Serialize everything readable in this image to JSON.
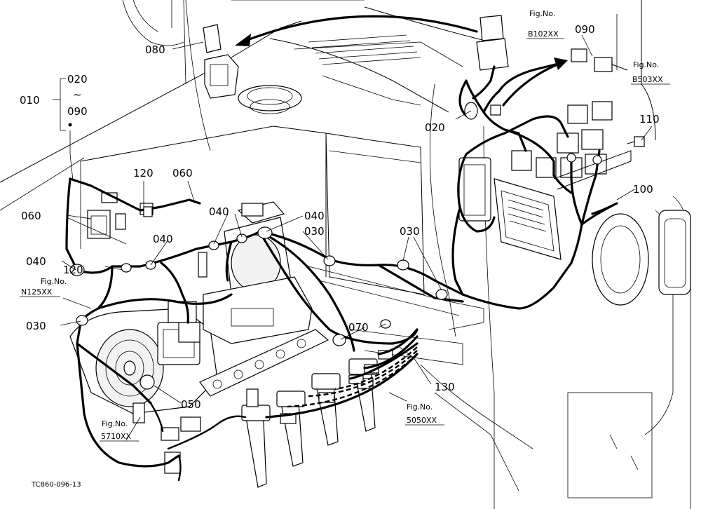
{
  "callouts": {
    "c010": "010",
    "c020_top": "020",
    "c_tilde": "~",
    "c090_range": "090",
    "c080": "080",
    "c090": "090",
    "c020": "020",
    "c110": "110",
    "c100": "100",
    "c120_top": "120",
    "c060_top": "060",
    "c060_left": "060",
    "c040_mid": "040",
    "c040_right": "040",
    "c030_right": "030",
    "c030_mid": "030",
    "c040_left_mid": "040",
    "c040_left": "040",
    "c120_bottom": "120",
    "c030_left": "030",
    "c070": "070",
    "c050": "050",
    "c130": "130"
  },
  "figure_refs": {
    "b102": {
      "label": "Fig.No.",
      "code": "B102XX"
    },
    "b503": {
      "label": "Fig.No.",
      "code": "B503XX"
    },
    "n125": {
      "label": "Fig.No.",
      "code": "N125XX"
    },
    "f5710": {
      "label": "Fig.No.",
      "code": "5710XX"
    },
    "f5050": {
      "label": "Fig.No.",
      "code": "5050XX"
    }
  },
  "drawing_code": "TC860-096-13"
}
